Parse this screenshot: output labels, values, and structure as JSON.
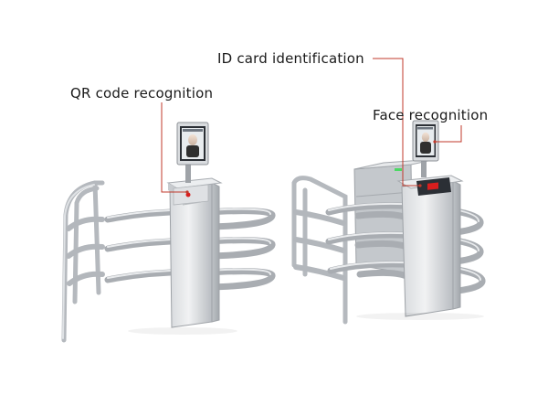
{
  "labels": {
    "qr_code": "QR code recognition",
    "id_card": "ID card identification",
    "face": "Face recognition"
  },
  "colors": {
    "leader_line": "#c0392b",
    "steel_light": "#e6e8ea",
    "steel_mid": "#c9ccd0",
    "steel_dark": "#9a9ea3",
    "screen_dark": "#2b2f35",
    "indicator_red": "#d81e1e",
    "indicator_green": "#4cd964"
  },
  "devices": [
    {
      "name": "left-turnstile",
      "features": [
        "qr_code"
      ]
    },
    {
      "name": "right-turnstile",
      "features": [
        "id_card",
        "face"
      ]
    }
  ]
}
